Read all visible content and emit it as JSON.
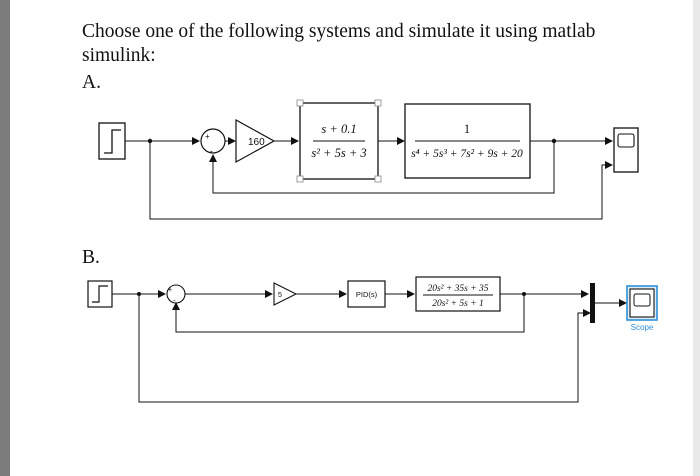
{
  "question": {
    "text": "Choose one of the following systems and simulate it using matlab simulink:",
    "option_a": "A.",
    "option_b": "B."
  },
  "diagram_a": {
    "sum_signs": [
      "+",
      "-"
    ],
    "gain": "160",
    "tf1_num": "s + 0.1",
    "tf1_den": "s² + 5s + 3",
    "tf2_num": "1",
    "tf2_den": "s⁴ + 5s³ + 7s² + 9s + 20"
  },
  "diagram_b": {
    "sum_signs": [
      "+",
      "-"
    ],
    "gain": "5",
    "pid": "PID(s)",
    "tf_num": "20s² + 35s + 35",
    "tf_den": "20s² + 5s + 1",
    "scope_label": "Scope",
    "scope_color": "#2f8fd8"
  }
}
